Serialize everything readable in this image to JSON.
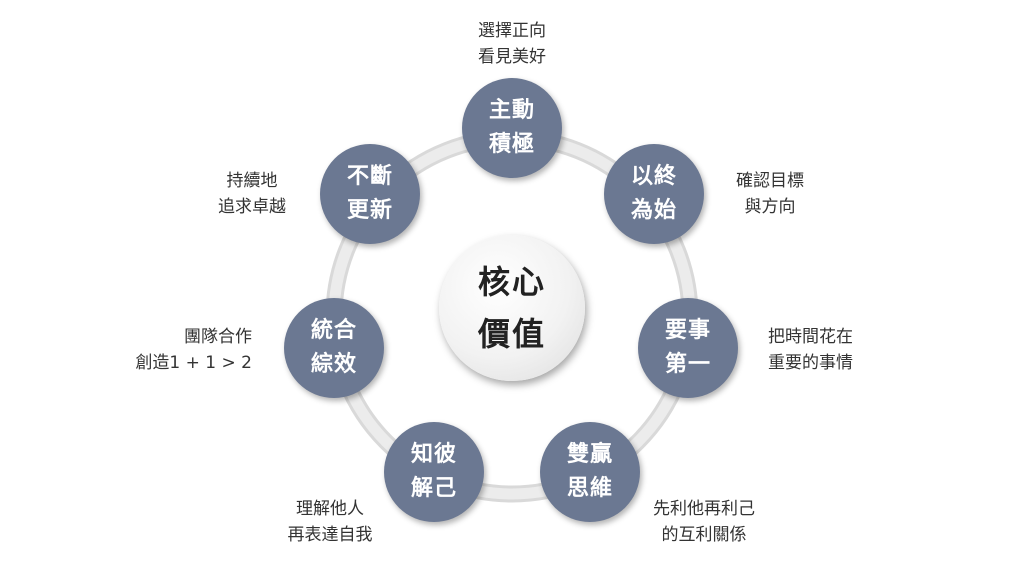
{
  "center": {
    "line1": "核心",
    "line2": "價值"
  },
  "habits": [
    {
      "line1": "主動",
      "line2": "積極",
      "desc1": "選擇正向",
      "desc2": "看見美好"
    },
    {
      "line1": "以終",
      "line2": "為始",
      "desc1": "確認目標",
      "desc2": "與方向"
    },
    {
      "line1": "要事",
      "line2": "第一",
      "desc1": "把時間花在",
      "desc2": "重要的事情"
    },
    {
      "line1": "雙贏",
      "line2": "思維",
      "desc1": "先利他再利己",
      "desc2": "的互利關係"
    },
    {
      "line1": "知彼",
      "line2": "解己",
      "desc1": "理解他人",
      "desc2": "再表達自我"
    },
    {
      "line1": "統合",
      "line2": "綜效",
      "desc1": "團隊合作",
      "desc2": "創造1 + 1 > 2"
    },
    {
      "line1": "不斷",
      "line2": "更新",
      "desc1": "持續地",
      "desc2": "追求卓越"
    }
  ],
  "colors": {
    "node_fill": "#6b7892",
    "ring": "#e3e3e3",
    "text": "#333333"
  }
}
